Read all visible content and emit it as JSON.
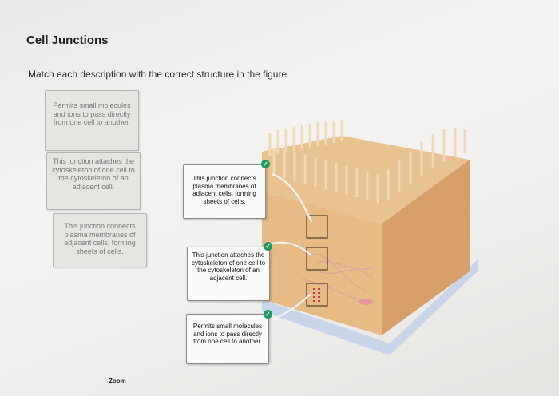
{
  "page": {
    "title": "Cell Junctions",
    "instructions": "Match each description with the correct structure in the figure."
  },
  "answer_bank": [
    {
      "label": "Permits small molecules and ions to pass directly from one cell to another."
    },
    {
      "label": "This junction attaches the cytoskeleton of one cell to the cytoskeleton of an adjacent cell."
    },
    {
      "label": "This junction connects plasma membranes of adjacent cells, forming sheets of cells."
    }
  ],
  "placed_labels": [
    {
      "label": "This junction connects plasma membranes of adjacent cells, forming sheets of cells."
    },
    {
      "label": "This junction attaches the cytoskeleton of one cell to the cytoskeleton of an adjacent cell."
    },
    {
      "label": "Permits small molecules and ions to pass directly from one cell to another."
    }
  ],
  "controls": {
    "zoom_label": "Zoom"
  },
  "icons": {
    "correct": "check-icon"
  },
  "colors": {
    "correct": "#1f9a63",
    "cell": "#e0b27a",
    "membrane": "#c9d5e8"
  }
}
